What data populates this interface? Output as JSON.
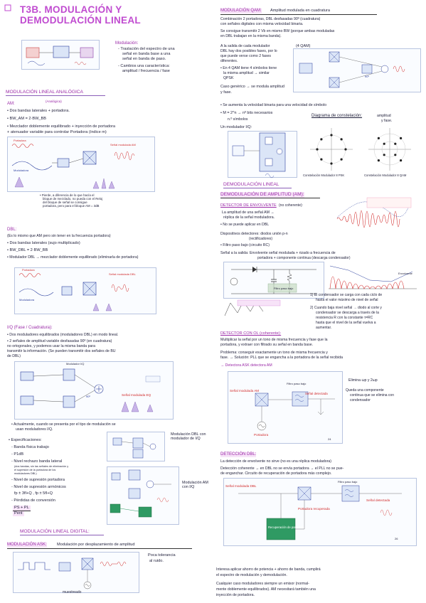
{
  "title": "T3B. MODULACIÓN Y DEMODULACIÓN LINEAL",
  "left": {
    "intro": {
      "heading": "Modulación:",
      "items": [
        "- Traslación del espectro de una",
        "señal en banda base a una",
        "señal en banda de paso.",
        "- Cambios una característica:",
        "amplitud / frecuencia / fase"
      ]
    },
    "analog_heading": "MODULACIÓN LINEAL ANALÓGICA",
    "am": {
      "label": "AM:",
      "tag": "(Analógica)",
      "lines": [
        "• Dos bandas laterales + portadora.",
        "• BW_AM = 2·BW_BB",
        "• Mezclador doblemente equilibrado + inyección de portadora",
        "  + atenuador variable para controlar Portadora (índice m)"
      ],
      "note": [
        "• Pierde, a diferencia de lo que hacía el",
        "bloque de mezclado, no pueda con el Reloj",
        "del bloque de señal se consigue",
        "portadora, pero para el bloque AM = 3dB"
      ]
    },
    "dbl": {
      "label": "DBL:",
      "lines": [
        "(Es lo mismo que AM pero sin tener en la frecuencia portadora)",
        "• Dos bandas laterales (sujo multiplicado)",
        "• BW_DBL = 2·BW_BB",
        "• Modulador DBL → mezclador doblemente equilibrado (eliminarla de portadora)"
      ]
    },
    "iq": {
      "label": "I/Q (Fase / Cuadratura):",
      "lines": [
        "• Dos moduladores equilibrados (moduladores DBL) en modo lineal.",
        "• 2 señales de amplitud variable desfasadas 90º (en cuadratura)",
        "  no ortogonales, y podemos usar la misma banda para",
        "  transmitir la información. (Se pueden transmitir dos señales de BU",
        "  de DBL)"
      ],
      "note": [
        "• Actualmente, cuando se presenta por el tipo de modulación se",
        "usan moduladores I/Q."
      ]
    },
    "specs": {
      "heading": "• Especificaciones:",
      "items": [
        "- Banda física trabajo",
        "- P1dB",
        "- Nivel rechazo banda lateral",
        "(dos bandas, sin las señales de eliminación y",
        "el supresión de la portadora de los",
        "moduladores DBL)",
        "- Nivel de supresión portadora",
        "- Nivel de supresión armónicos",
        "fp ± 3fI+Q , fp ± 5fI+Q",
        "- Pérdidas de conversión"
      ],
      "formula_a": "PS + PL",
      "formula_b": "Pent"
    },
    "fig_labels": {
      "iq_mod": "Modulador I/Q",
      "am_mod": "Modulación AM con I/Q",
      "dbl_mod": "Modulación DBL con modulador de I/Q"
    },
    "digital_heading": "MODULACIÓN LINEAL DIGITAL:",
    "ask": {
      "label": "MODULACIÓN ASK:",
      "text": "Modulación por desplazamiento de amplitud",
      "side": [
        "Poca tolerancia",
        "al ruido."
      ],
      "sampled": "muestreado"
    }
  },
  "right": {
    "qam": {
      "label": "MODULACIÓN QAM:",
      "text": "Amplitud modulada en cuadratura",
      "lines": [
        "Combinación 2 portadoras, DBL desfasadas 90º (cuadratura)",
        "con señales digitales con misma velocidad binaria.",
        "Se consigue transmitir 2 Vb en mismo BW (porque ambas moduladas",
        "en DBL trabajan en la misma banda)."
      ],
      "ex_a": [
        "A la salida de cada modulador",
        "DBL hay dos posibles fases, por lo",
        "que puede verse como 2 fases",
        "diferentes."
      ],
      "ex_b": [
        "• En 4 QAM tiene 4 símbolos tiene",
        "la misma amplitud → similar",
        "QPSK"
      ],
      "tag": "(4 QAM)",
      "geo": [
        "Caso genérico → se modula amplitud",
        "y fase."
      ]
    },
    "mq": {
      "lines": [
        "• Se aumenta la velocidad binaria para una velocidad de símbolo",
        "• M = 2^n → nº bits necesarios",
        "n.º símbolos",
        "Un modulador I/Q:"
      ],
      "diagram_label": "Diagrama de constelación:",
      "diagram_desc": [
        "amplitud",
        "y fase."
      ],
      "const_8psk": "Constelación Modulador 8 PSK",
      "const_8qam": "Constelación Modulador 8 QAM"
    },
    "demod_heading": "DEMODULACIÓN LINEAL",
    "am_demod_heading": "DEMODULACIÓN DE AMPLITUD (AM):",
    "envelope": {
      "label": "DETECTOR DE ENVOLVENTE",
      "tag": "(no coherente):",
      "lines": [
        "La amplitud de una señal AM →",
        "réplica de la señal moduladora.",
        "• No se puede aplicar en DBL",
        "Dispositivos detectores: diodos unión p-n",
        "(rectificadores)",
        "• Filtro paso bajo (circuito RC)",
        "Señal a la salida: Envolvente señal modulada + rizado a frecuencia de",
        "portadora + componente continua (descarga condensador)"
      ],
      "notes": [
        "1) El condensador se carga con cada ciclo de",
        "hasta el valor máximo de nivel de señal",
        "2) Cuando baja nivel señal → diodo al corte y",
        "condensador se descarga a través de la",
        "resistencia R con la constante τ=RC",
        "hasta que el nivel de la señal vuelva a",
        "aumentar."
      ]
    },
    "coherent": {
      "label": "DETECTOR CON OL (coherente):",
      "lines": [
        "Multiplicar la señal por un tono de misma frecuencia y fase que la",
        "portadora, y extraer con filtrado su señal en banda base.",
        "Problema: conseguir exactamente un tono de misma frecuencia y",
        "fase. → Solución: PLL que se engancha a la portadora de la señal recibida",
        "→ Detectora ASK detectora AM"
      ],
      "note": [
        "Elimina ωp y 2ωp",
        "Queda una componente",
        "continua que se elimina con",
        "condensador"
      ]
    },
    "dbl_demod": {
      "label": "DETECCIÓN DBL:",
      "lines": [
        "La detección de envolvente no sirve (no es una réplica moduladora)",
        "Detección coherente → en DBL no se envía portadora → el PLL no se pue-",
        "de enganchar. Circuito de recuperación de portadora más complejo."
      ]
    },
    "bottom": [
      "Interesa aplicar ahorro de potencia + ahorro de banda, cumplirá",
      "el espectro de modulación y demodulación.",
      "Cualquier caso moduladores siempre un emisor (normal-",
      "mente doblemente equilibrados). AM necesitará también una",
      "inyección de portadora."
    ]
  },
  "figure_text": {
    "portadora": "Portadora",
    "moduladora": "Moduladora",
    "senal_am": "Señal modulada AM",
    "senal_dbl": "Señal modulada DBL",
    "senal_eq": "Señal modulada EQ",
    "senal_detectada": "Señal detectada",
    "filtro_pb": "Filtro paso bajo",
    "envolvente": "Envolvente",
    "portadora_recuperada": "Portadora recuperada",
    "recuperacion": "Recuperación de portadora",
    "desfase": "90º",
    "page_a": "24",
    "page_b": "26"
  }
}
